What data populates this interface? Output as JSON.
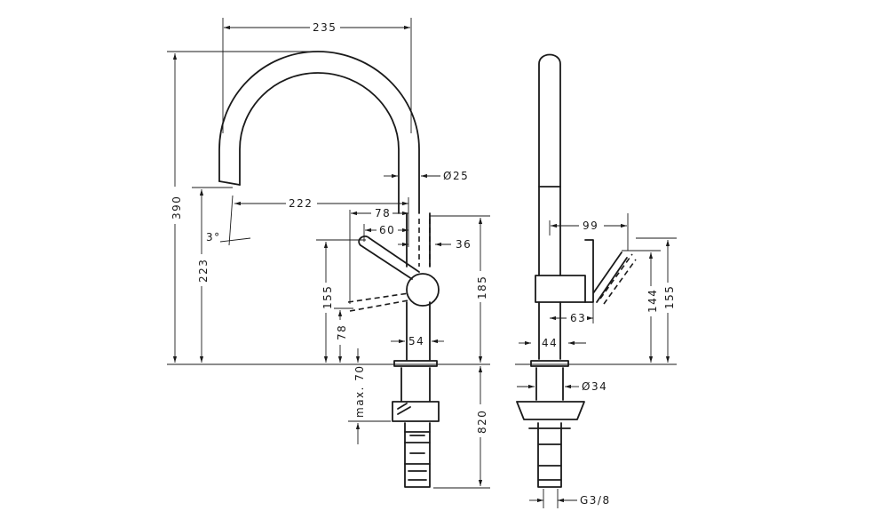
{
  "dimensions": {
    "width_total": "235",
    "height_total": "390",
    "diameter_spout": "Ø25",
    "reach": "222",
    "lever_78": "78",
    "lever_60": "60",
    "lever_36": "36",
    "height_223": "223",
    "swing_angle": "3°",
    "height_185": "185",
    "lever_height_155": "155",
    "height_78": "78",
    "base_54": "54",
    "max_70": "max. 70",
    "depth_820": "820",
    "side_99": "99",
    "side_144": "144",
    "side_155": "155",
    "side_63": "63",
    "side_44": "44",
    "diameter_34": "Ø34",
    "thread": "G3/8"
  }
}
